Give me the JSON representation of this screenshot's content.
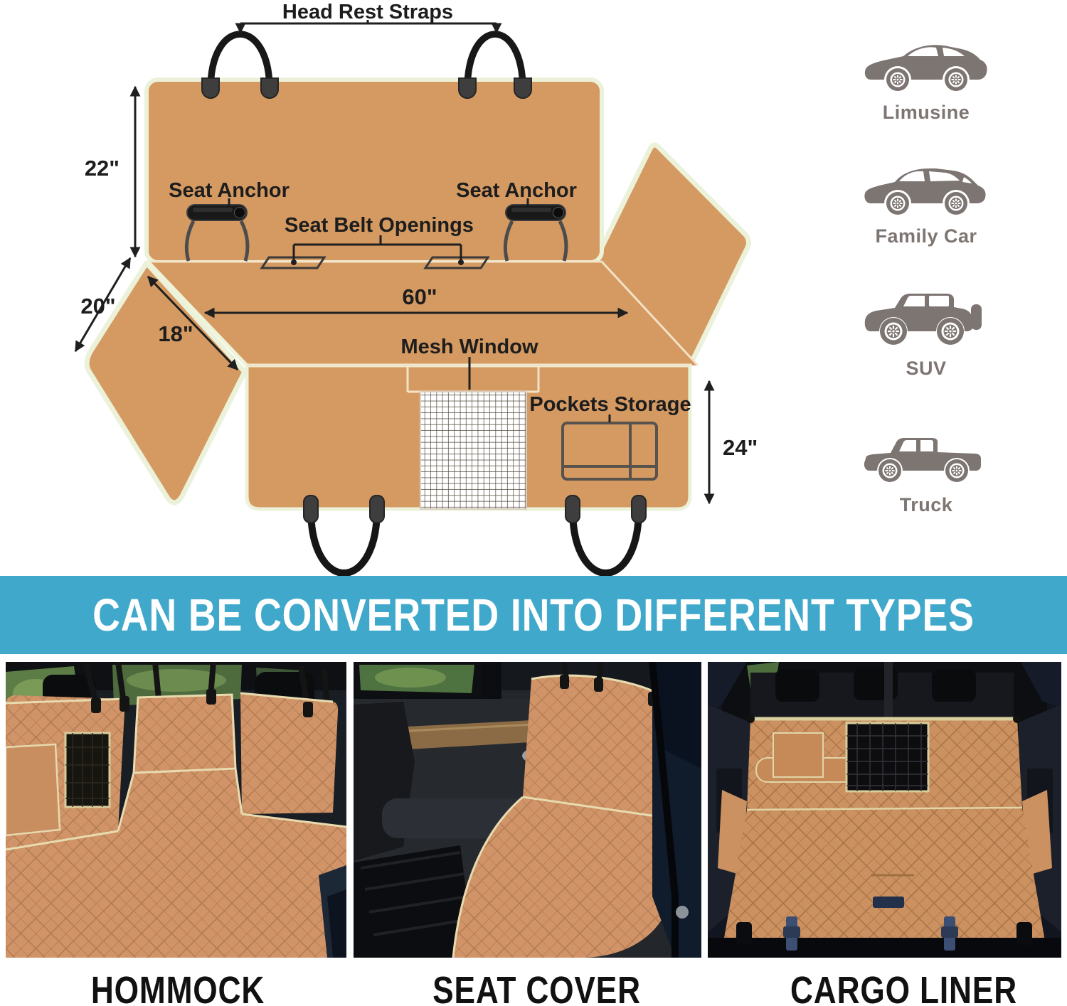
{
  "diagram": {
    "labels": {
      "head_rest_straps": "Head Rest Straps",
      "seat_anchor": "Seat Anchor",
      "seat_belt_openings": "Seat Belt Openings",
      "mesh_window": "Mesh Window",
      "pockets_storage": "Pockets Storage"
    },
    "dimensions": {
      "back_panel_height": "22\"",
      "side_flap_width": "20\"",
      "seat_depth": "18\"",
      "total_width": "60\"",
      "front_panel_height": "24\""
    },
    "colors": {
      "fabric": "#d59a62",
      "trim": "#ecf2da",
      "lines": "#1f1f1f"
    }
  },
  "vehicles": {
    "color": "#7d7572",
    "items": [
      {
        "label": "Limusine"
      },
      {
        "label": "Family Car"
      },
      {
        "label": "SUV"
      },
      {
        "label": "Truck"
      }
    ]
  },
  "banner": {
    "text": "CAN BE CONVERTED INTO DIFFERENT TYPES",
    "background": "#3fa8cb",
    "text_color": "#ffffff"
  },
  "conversions": [
    {
      "label": "HOMMOCK"
    },
    {
      "label": "SEAT COVER"
    },
    {
      "label": "CARGO LINER"
    }
  ]
}
